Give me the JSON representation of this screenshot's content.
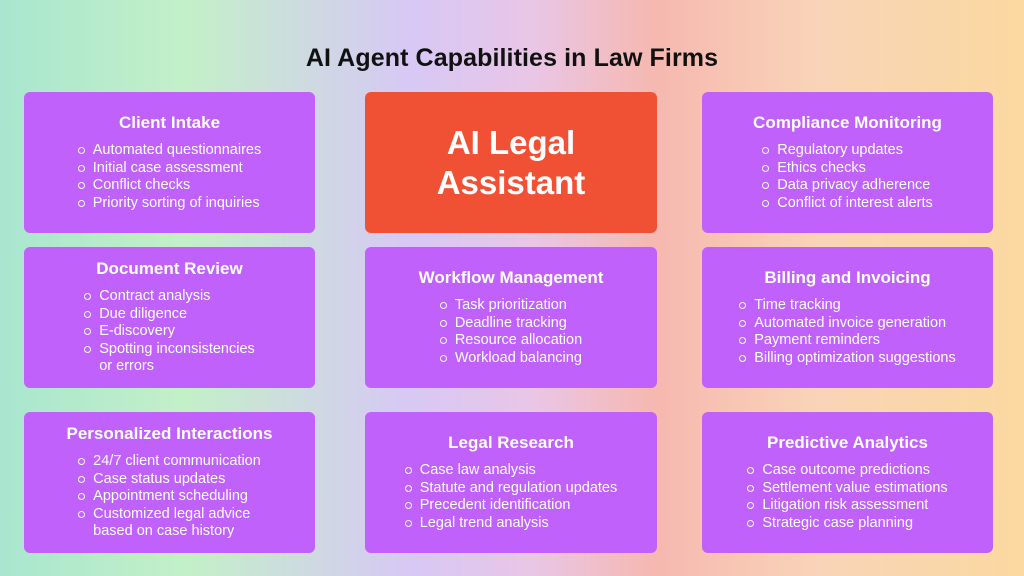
{
  "title": "AI Agent Capabilities in Law Firms",
  "center": {
    "line1": "AI Legal",
    "line2": "Assistant"
  },
  "cards": [
    {
      "heading": "Client Intake",
      "items": [
        "Automated questionnaires",
        "Initial case assessment",
        "Conflict checks",
        "Priority sorting of inquiries"
      ]
    },
    {
      "heading": "Compliance Monitoring",
      "items": [
        "Regulatory updates",
        "Ethics checks",
        "Data privacy adherence",
        "Conflict of interest alerts"
      ]
    },
    {
      "heading": "Document Review",
      "items": [
        "Contract analysis",
        "Due diligence",
        "E-discovery",
        "Spotting inconsistencies",
        "or errors"
      ]
    },
    {
      "heading": "Workflow Management",
      "items": [
        "Task prioritization",
        "Deadline tracking",
        "Resource allocation",
        "Workload balancing"
      ]
    },
    {
      "heading": "Billing and Invoicing",
      "items": [
        "Time tracking",
        "Automated invoice generation",
        "Payment reminders",
        "Billing optimization suggestions"
      ]
    },
    {
      "heading": "Personalized Interactions",
      "items": [
        "24/7 client communication",
        "Case status updates",
        "Appointment scheduling",
        "Customized legal advice",
        "based on case history"
      ]
    },
    {
      "heading": "Legal Research",
      "items": [
        "Case law analysis",
        "Statute and regulation updates",
        "Precedent identification",
        "Legal trend analysis"
      ]
    },
    {
      "heading": "Predictive Analytics",
      "items": [
        "Case outcome predictions",
        "Settlement value estimations",
        "Litigation risk assessment",
        "Strategic case planning"
      ]
    }
  ],
  "colors": {
    "card": "#c061fb",
    "center": "#f05134",
    "title": "#111111"
  }
}
